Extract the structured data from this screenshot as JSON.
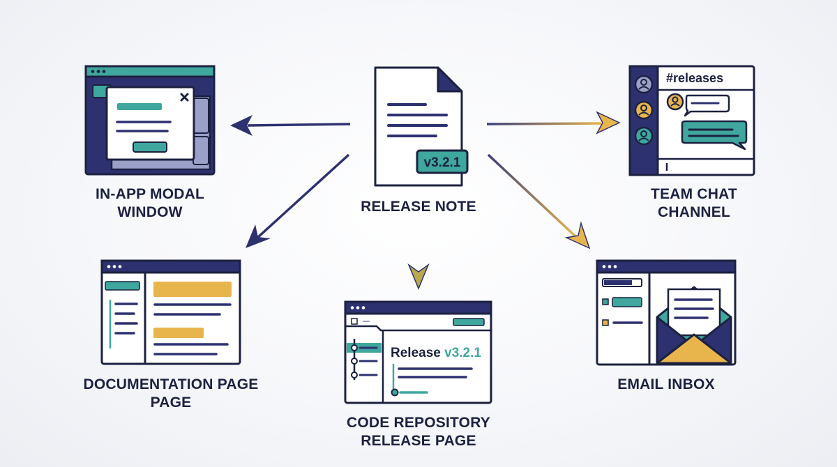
{
  "colors": {
    "navy": "#2e3170",
    "ink": "#1c2140",
    "teal": "#3fa79d",
    "gold": "#e8b54c",
    "lavender": "#9ba0c8",
    "background": "#f4f5f8"
  },
  "release_note": {
    "label": "RELEASE NOTE",
    "version_badge": "v3.2.1",
    "icon": "document-icon"
  },
  "destinations": {
    "in_app_modal": {
      "label_line1": "IN-APP MODAL",
      "label_line2": "WINDOW",
      "icon": "modal-window-icon"
    },
    "team_chat": {
      "label_line1": "TEAM CHAT",
      "label_line2": "CHANNEL",
      "channel_name": "#releases",
      "icon": "chat-window-icon"
    },
    "documentation": {
      "label_line1": "DOCUMENTATION PAGE",
      "label_line2": "PAGE",
      "icon": "docs-page-icon"
    },
    "code_repository": {
      "label_line1": "CODE REPOSITORY",
      "label_line2": "RELEASE PAGE",
      "release_prefix": "Release",
      "release_version": "v3.2.1",
      "icon": "repo-page-icon"
    },
    "email_inbox": {
      "label_line1": "EMAIL INBOX",
      "icon": "envelope-icon"
    }
  }
}
